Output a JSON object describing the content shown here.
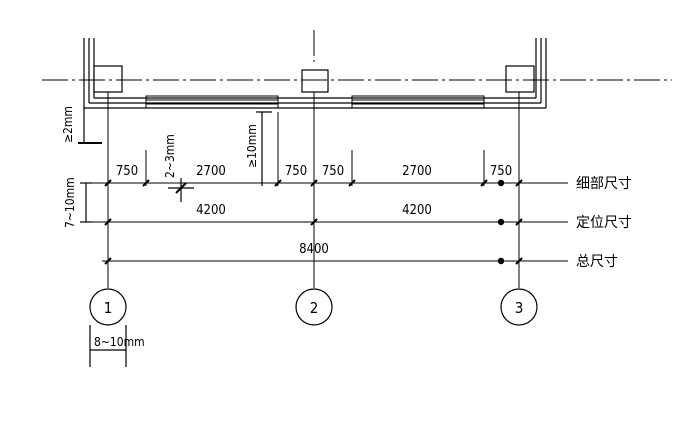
{
  "diagram": {
    "rows": {
      "detail": {
        "label": "细部尺寸",
        "values": [
          "750",
          "2700",
          "750",
          "750",
          "2700",
          "750"
        ]
      },
      "locating": {
        "label": "定位尺寸",
        "values": [
          "4200",
          "4200"
        ]
      },
      "overall": {
        "label": "总尺寸",
        "values": [
          "8400"
        ]
      }
    },
    "notes": {
      "gap_to_wall": "≥2mm",
      "gap_to_first_row": "≥10mm",
      "row_spacing": "7~10mm",
      "tick_length": "2~3mm",
      "axis_bubble_diameter": "8~10mm"
    },
    "axes": [
      "1",
      "2",
      "3"
    ]
  }
}
